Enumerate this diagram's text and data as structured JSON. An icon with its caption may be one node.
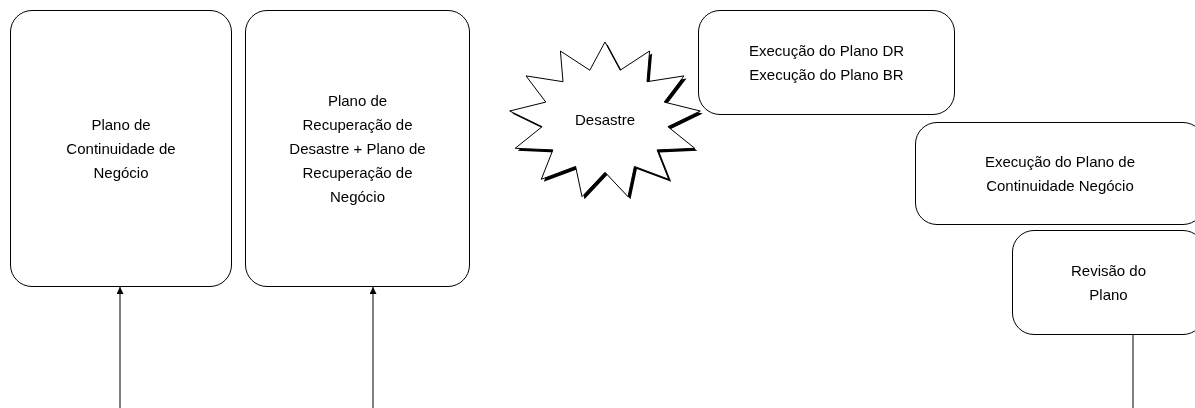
{
  "diagram": {
    "nodes": [
      {
        "text": [
          "Plano de Continuidade de Negócio"
        ]
      },
      {
        "text": [
          "Plano de Recuperação de Desastre + Plano de Recuperação de Negócio"
        ]
      },
      {
        "text": [
          "Desastre"
        ]
      },
      {
        "text": [
          "Execução do Plano DR",
          "Execução do Plano BR"
        ]
      },
      {
        "text": [
          "Execução do Plano de Continuidade Negócio"
        ]
      },
      {
        "text": [
          "Revisão do Plano"
        ]
      }
    ],
    "edges": [
      {
        "from": null,
        "to": 0,
        "arrow": "to"
      },
      {
        "from": null,
        "to": 1,
        "arrow": "to"
      },
      {
        "from": 5,
        "to": null,
        "arrow": "none"
      }
    ]
  }
}
